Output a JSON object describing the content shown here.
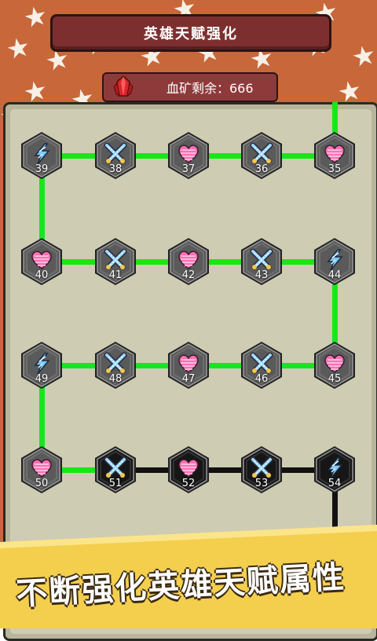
{
  "header": {
    "title": "英雄天赋强化"
  },
  "resource": {
    "label": "血矿剩余：666",
    "icon": "red-crystal-icon"
  },
  "colors": {
    "active_line": "#19e619",
    "locked_line": "#111111",
    "hex_active": "#5a5a5a",
    "hex_locked": "#161616",
    "banner": "#f4cf4e"
  },
  "nodes": [
    {
      "id": "39",
      "type": "lightning",
      "locked": false
    },
    {
      "id": "38",
      "type": "swords",
      "locked": false
    },
    {
      "id": "37",
      "type": "heart",
      "locked": false
    },
    {
      "id": "36",
      "type": "swords",
      "locked": false
    },
    {
      "id": "35",
      "type": "heart",
      "locked": false
    },
    {
      "id": "40",
      "type": "heart",
      "locked": false
    },
    {
      "id": "41",
      "type": "swords",
      "locked": false
    },
    {
      "id": "42",
      "type": "heart",
      "locked": false
    },
    {
      "id": "43",
      "type": "swords",
      "locked": false
    },
    {
      "id": "44",
      "type": "lightning",
      "locked": false
    },
    {
      "id": "49",
      "type": "lightning",
      "locked": false
    },
    {
      "id": "48",
      "type": "swords",
      "locked": false
    },
    {
      "id": "47",
      "type": "heart",
      "locked": false
    },
    {
      "id": "46",
      "type": "swords",
      "locked": false
    },
    {
      "id": "45",
      "type": "heart",
      "locked": false
    },
    {
      "id": "50",
      "type": "heart",
      "locked": false
    },
    {
      "id": "51",
      "type": "swords",
      "locked": true
    },
    {
      "id": "52",
      "type": "heart",
      "locked": true
    },
    {
      "id": "53",
      "type": "swords",
      "locked": true
    },
    {
      "id": "54",
      "type": "lightning",
      "locked": true
    }
  ],
  "banner": {
    "text": "不断强化英雄天赋属性"
  }
}
